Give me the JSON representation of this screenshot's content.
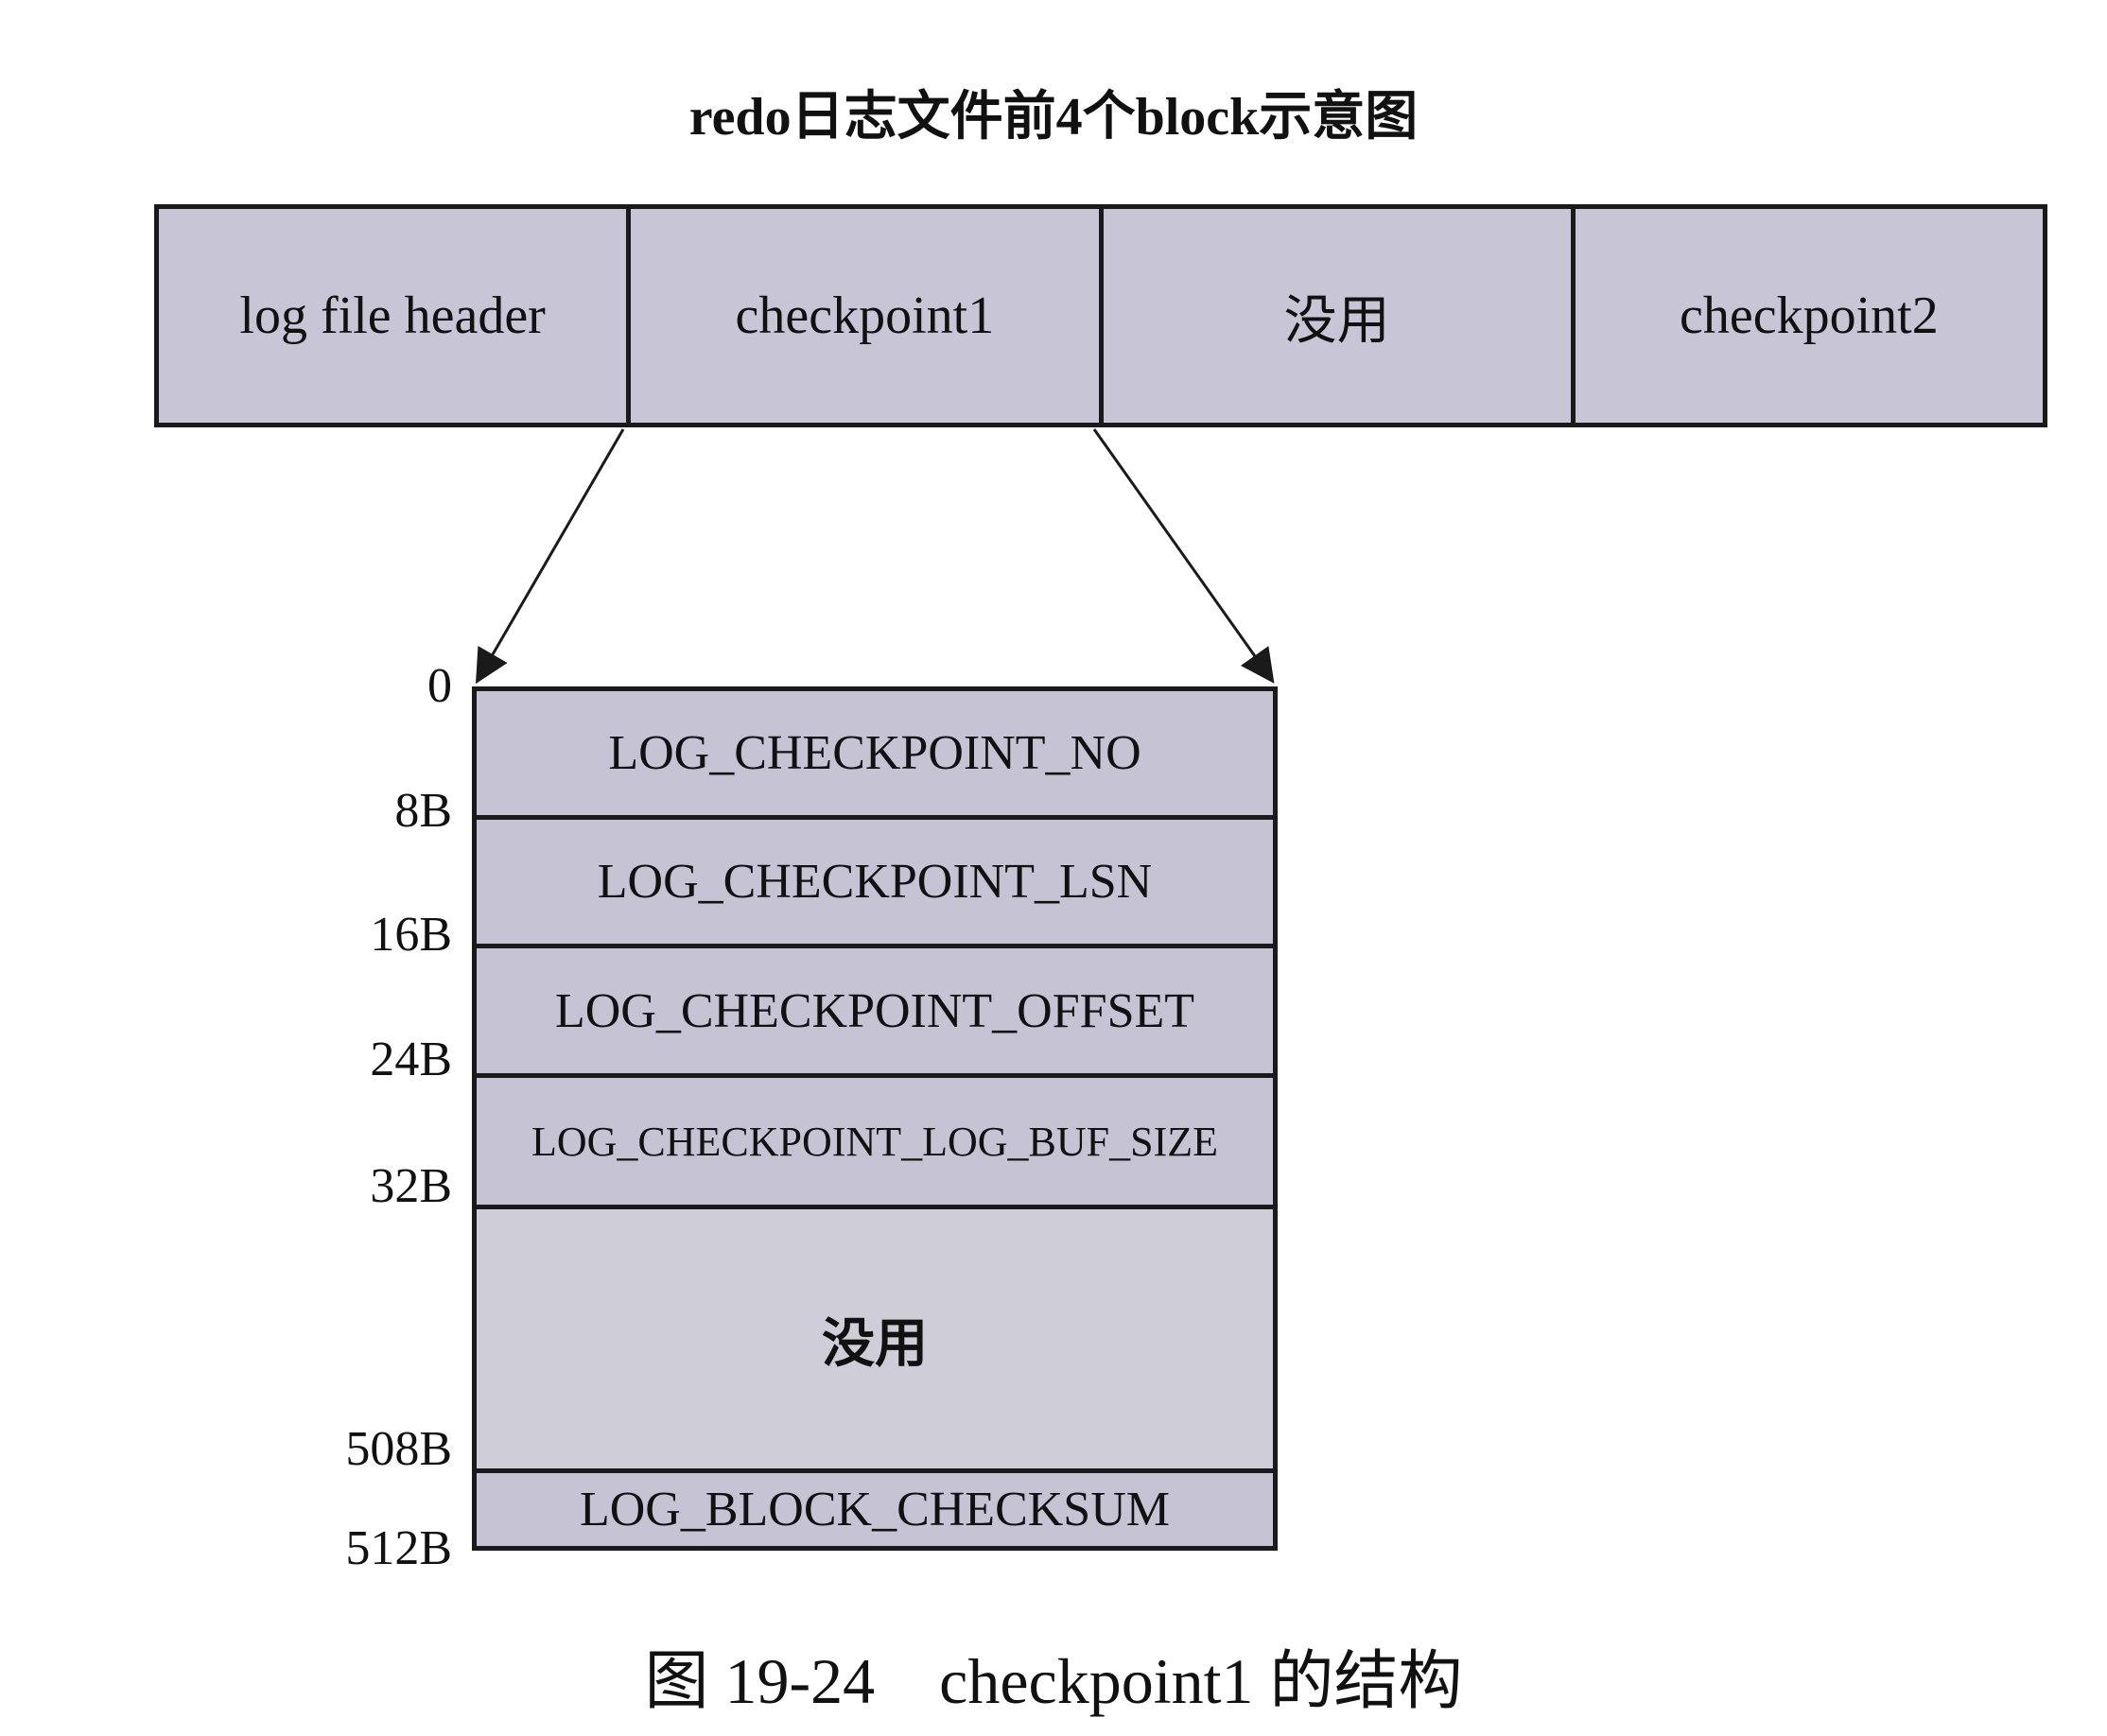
{
  "title": "redo日志文件前4个block示意图",
  "top_blocks": [
    "log file header",
    "checkpoint1",
    "没用",
    "checkpoint2"
  ],
  "detail_fields": [
    {
      "label": "LOG_CHECKPOINT_NO"
    },
    {
      "label": "LOG_CHECKPOINT_LSN"
    },
    {
      "label": "LOG_CHECKPOINT_OFFSET"
    },
    {
      "label": "LOG_CHECKPOINT_LOG_BUF_SIZE"
    },
    {
      "label": "没用"
    },
    {
      "label": "LOG_BLOCK_CHECKSUM"
    }
  ],
  "offsets": [
    "0",
    "8B",
    "16B",
    "24B",
    "32B",
    "508B",
    "512B"
  ],
  "caption": "图 19-24    checkpoint1 的结构",
  "colors": {
    "block_fill": "#c8c5d6",
    "border": "#1a1a1a"
  }
}
